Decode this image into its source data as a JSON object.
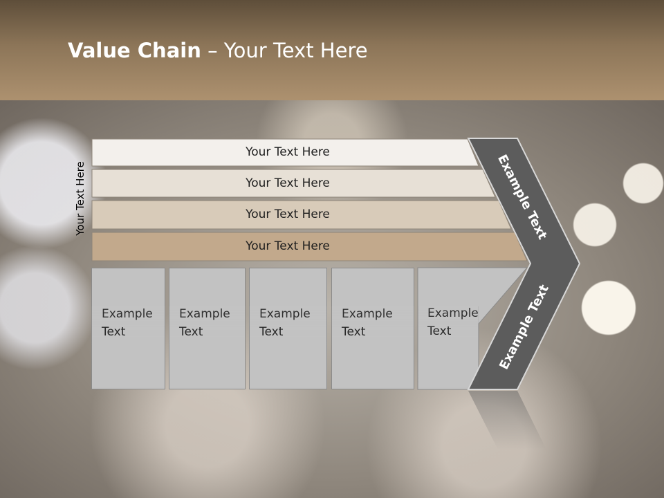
{
  "title": {
    "bold": "Value Chain",
    "rest": " – Your Text Here"
  },
  "side_label": "Your Text Here",
  "bands": [
    {
      "label": "Your Text Here",
      "color": "#f3f0ec"
    },
    {
      "label": "Your Text Here",
      "color": "#e7e0d6"
    },
    {
      "label": "Your Text Here",
      "color": "#d8cbb9"
    },
    {
      "label": "Your Text Here",
      "color": "#c2a98c"
    }
  ],
  "columns": [
    {
      "label": "Example\nText"
    },
    {
      "label": "Example\nText"
    },
    {
      "label": "Example\nText"
    },
    {
      "label": "Example\nText"
    },
    {
      "label": "Example\nText"
    }
  ],
  "chevron": {
    "top_label": "Example Text",
    "bottom_label": "Example Text",
    "color": "#5c5c5c"
  },
  "header_color": "#9c8263"
}
